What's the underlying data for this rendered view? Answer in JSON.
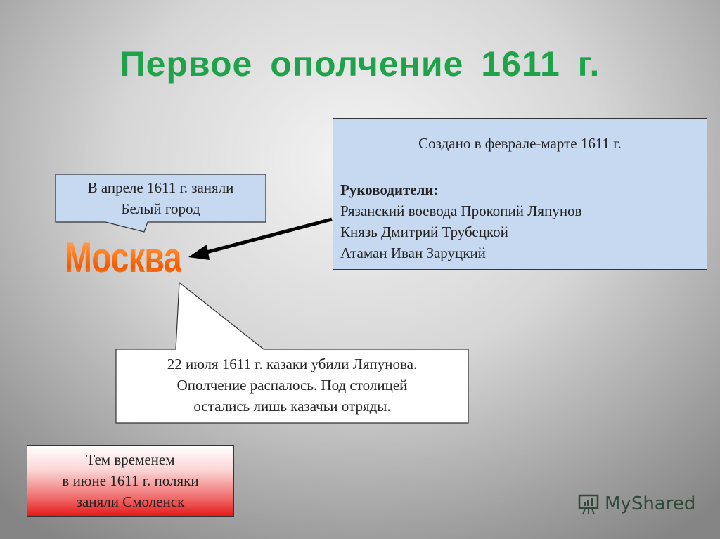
{
  "title": "Первое  ополчение 1611 г.",
  "info_box": {
    "created": "Создано в феврале-марте 1611 г.",
    "leaders_heading": "Руководители:",
    "leaders": [
      "Рязанский воевода Прокопий Ляпунов",
      "Князь Дмитрий Трубецкой",
      "Атаман Иван Заруцкий"
    ]
  },
  "callout_april": [
    "В апреле 1611 г. заняли",
    "Белый город"
  ],
  "city_label": "Москва",
  "callout_july": [
    "22 июля 1611 г. казаки убили Ляпунова.",
    "Ополчение распалось. Под столицей",
    "остались лишь казачьи отряды."
  ],
  "smolensk_box": [
    "Тем временем",
    "в июне 1611 г. поляки",
    "заняли Смоленск"
  ],
  "watermark": "MyShared",
  "colors": {
    "title": "#1fa34a",
    "info_fill": "#c6d9f1",
    "city": "#ff7a1c",
    "smolensk_fill": "#e51a1a"
  }
}
